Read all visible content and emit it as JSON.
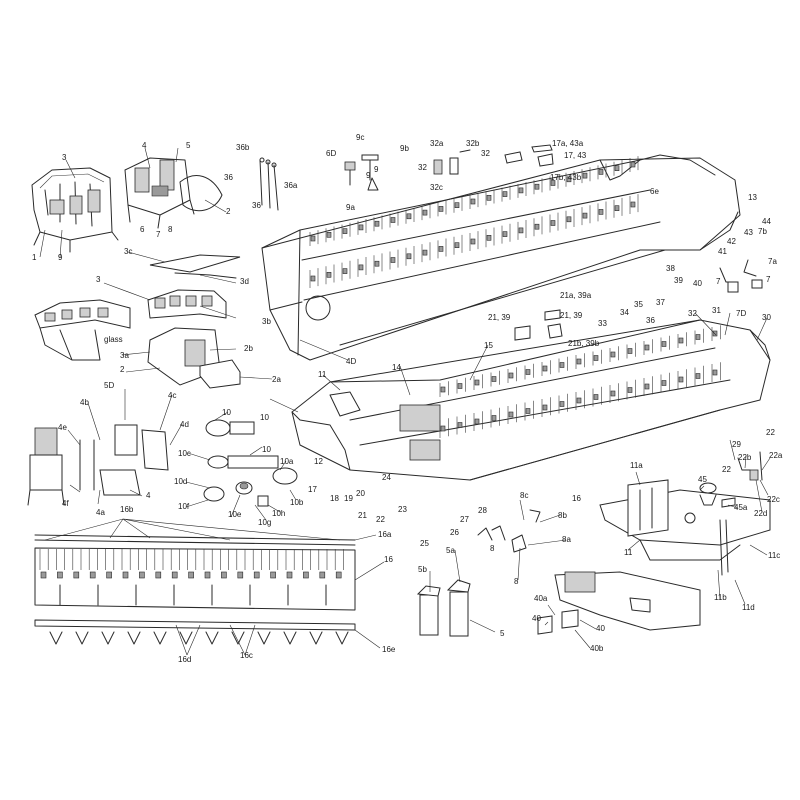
{
  "labels": {
    "cockpit_upper": [
      "3",
      "1",
      "9",
      "4",
      "5",
      "6",
      "7",
      "8",
      "2"
    ],
    "items": [
      "36b",
      "36",
      "36a",
      "36",
      "6D",
      "9c",
      "9b",
      "9",
      "9",
      "9a",
      "32a",
      "32b",
      "32",
      "32",
      "32c",
      "17a, 43a",
      "17, 43",
      "17b, 43b",
      "6e",
      "13",
      "44",
      "43",
      "42",
      "41",
      "7b",
      "7a",
      "7",
      "7",
      "7D",
      "40",
      "39",
      "38",
      "37",
      "36",
      "35",
      "34",
      "33",
      "21a, 39a",
      "21, 39",
      "21, 39",
      "21b, 39b",
      "4D",
      "3c",
      "3d",
      "3",
      "3b",
      "glass",
      "2b",
      "3a",
      "2",
      "2a",
      "11",
      "14",
      "15",
      "32",
      "31",
      "30",
      "29",
      "22",
      "22b",
      "22a",
      "22",
      "22c",
      "22d",
      "10",
      "10",
      "10",
      "10c",
      "10a",
      "10d",
      "10b",
      "10f",
      "10e",
      "10g",
      "10h",
      "5D",
      "4b",
      "4c",
      "4e",
      "4d",
      "4f",
      "4a",
      "4",
      "12",
      "17",
      "18",
      "19",
      "20",
      "21",
      "22",
      "23",
      "24",
      "25",
      "26",
      "27",
      "28",
      "16",
      "11a",
      "45",
      "45a",
      "8c",
      "8b",
      "8",
      "8a",
      "8",
      "11",
      "11c",
      "11b",
      "11d",
      "16b",
      "16a",
      "16",
      "16e",
      "16d",
      "16c",
      "5b",
      "5a",
      "5",
      "40a",
      "40",
      "40",
      "40b"
    ]
  }
}
